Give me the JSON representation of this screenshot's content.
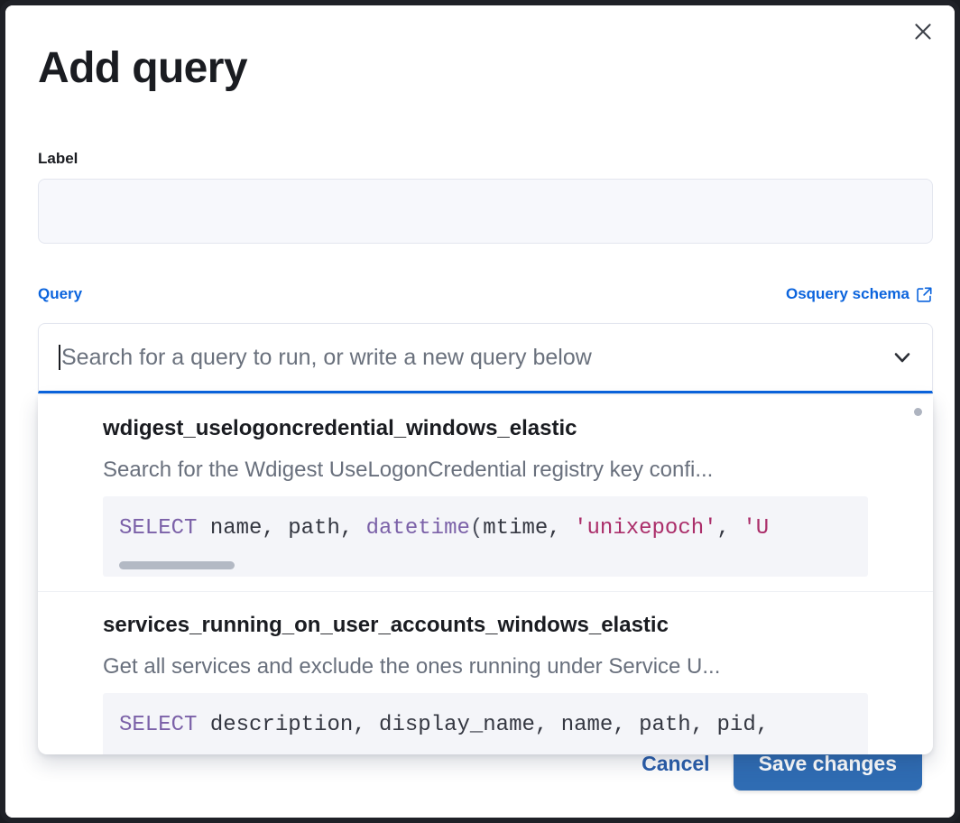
{
  "modal": {
    "title": "Add query",
    "close_icon": "close-icon"
  },
  "label_field": {
    "label": "Label",
    "value": "",
    "placeholder": ""
  },
  "query_section": {
    "label": "Query",
    "schema_link": "Osquery schema",
    "schema_link_icon": "external-link-icon"
  },
  "combobox": {
    "placeholder": "Search for a query to run, or write a new query below",
    "value": "",
    "chevron_icon": "chevron-down-icon",
    "focus_color": "#0b64dd"
  },
  "dropdown": {
    "options": [
      {
        "title": "wdigest_uselogoncredential_windows_elastic",
        "description": "Search for the Wdigest UseLogonCredential registry key confi...",
        "code": {
          "keyword": "SELECT",
          "mid": " name, path, ",
          "fn": "datetime",
          "paren_open": "(",
          "args": "mtime, ",
          "str1": "'unixepoch'",
          "comma": ", ",
          "str2": "'U"
        },
        "has_scrollbar": true
      },
      {
        "title": "services_running_on_user_accounts_windows_elastic",
        "description": "Get all services and exclude the ones running under Service U...",
        "code": {
          "keyword": "SELECT",
          "rest": " description, display_name, name, path, pid,"
        },
        "has_scrollbar": false
      }
    ]
  },
  "footer": {
    "cancel_label": "Cancel",
    "save_label": "Save changes",
    "save_color": "#2f6cb3"
  }
}
